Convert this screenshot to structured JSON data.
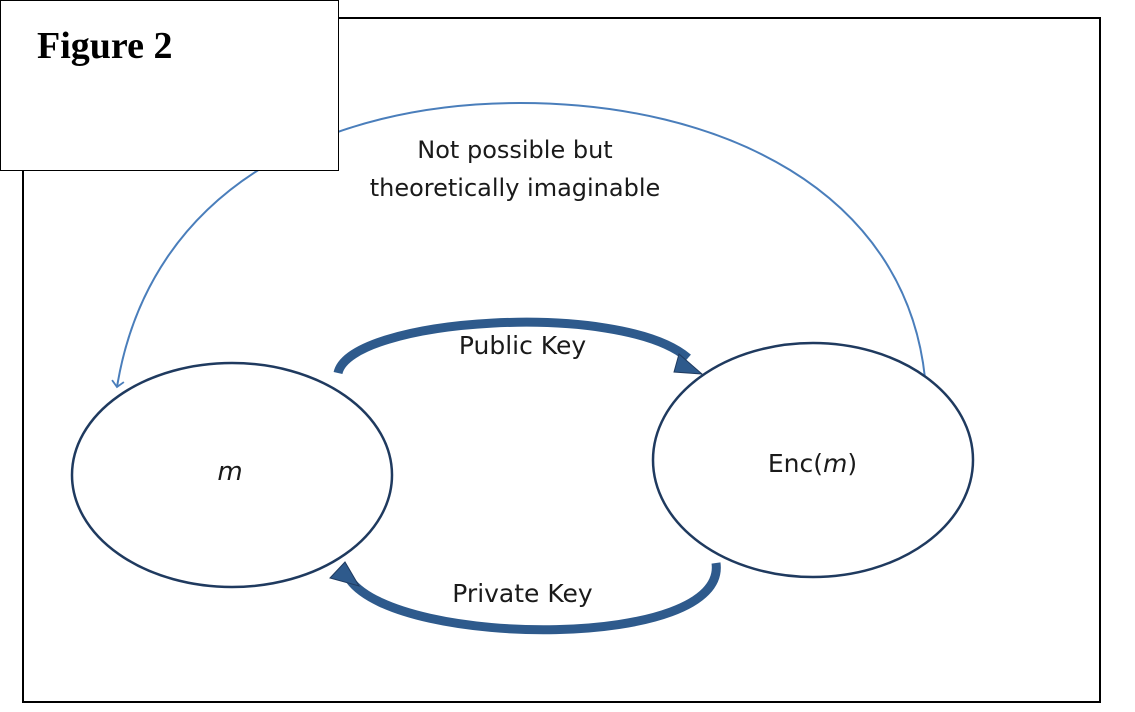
{
  "figure": {
    "title": "Figure 2"
  },
  "nodes": {
    "plaintext": {
      "label": "m"
    },
    "ciphertext": {
      "label_prefix": "Enc(",
      "label_var": "m",
      "label_suffix": ")"
    }
  },
  "edges": {
    "encrypt": {
      "label": "Public Key"
    },
    "decrypt": {
      "label": "Private Key"
    },
    "break": {
      "line1": "Not possible but",
      "line2": "theoretically imaginable"
    }
  },
  "colors": {
    "thin_arrow": "#4a7ebb",
    "thick_arrow": "#2e5a8c",
    "node_stroke": "#1f3a5f",
    "frame": "#000000"
  }
}
